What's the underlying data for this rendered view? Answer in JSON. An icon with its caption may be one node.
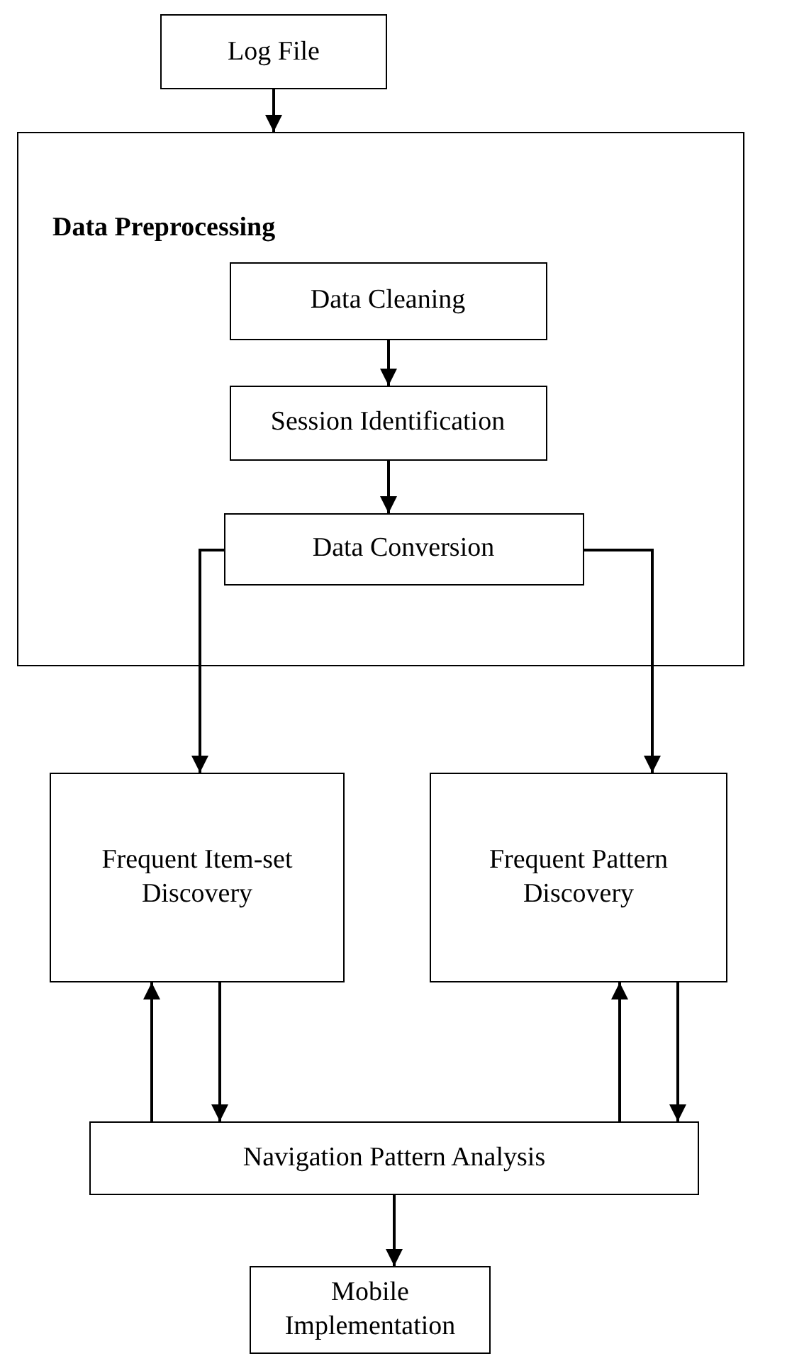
{
  "diagram": {
    "nodes": [
      {
        "text": [
          "Log File"
        ]
      },
      {
        "text": [
          "Data Preprocessing"
        ]
      },
      {
        "text": [
          "Data Cleaning"
        ],
        "in": 1
      },
      {
        "text": [
          "Session Identification"
        ],
        "in": 1
      },
      {
        "text": [
          "Data Conversion"
        ],
        "in": 1
      },
      {
        "text": [
          "Frequent Item-set Discovery"
        ]
      },
      {
        "text": [
          "Frequent Pattern Discovery"
        ]
      },
      {
        "text": [
          "Navigation Pattern Analysis"
        ]
      },
      {
        "text": [
          "Mobile Implementation"
        ]
      }
    ],
    "edges": [
      {
        "from": 0,
        "to": 1,
        "arrow": "to"
      },
      {
        "from": 2,
        "to": 3,
        "arrow": "to"
      },
      {
        "from": 3,
        "to": 4,
        "arrow": "to"
      },
      {
        "from": 4,
        "to": 5,
        "arrow": "to"
      },
      {
        "from": 4,
        "to": 6,
        "arrow": "to"
      },
      {
        "from": 7,
        "to": 5,
        "arrow": "to"
      },
      {
        "from": 5,
        "to": 7,
        "arrow": "to"
      },
      {
        "from": 7,
        "to": 6,
        "arrow": "to"
      },
      {
        "from": 6,
        "to": 7,
        "arrow": "to"
      },
      {
        "from": 7,
        "to": 8,
        "arrow": "to"
      }
    ]
  }
}
